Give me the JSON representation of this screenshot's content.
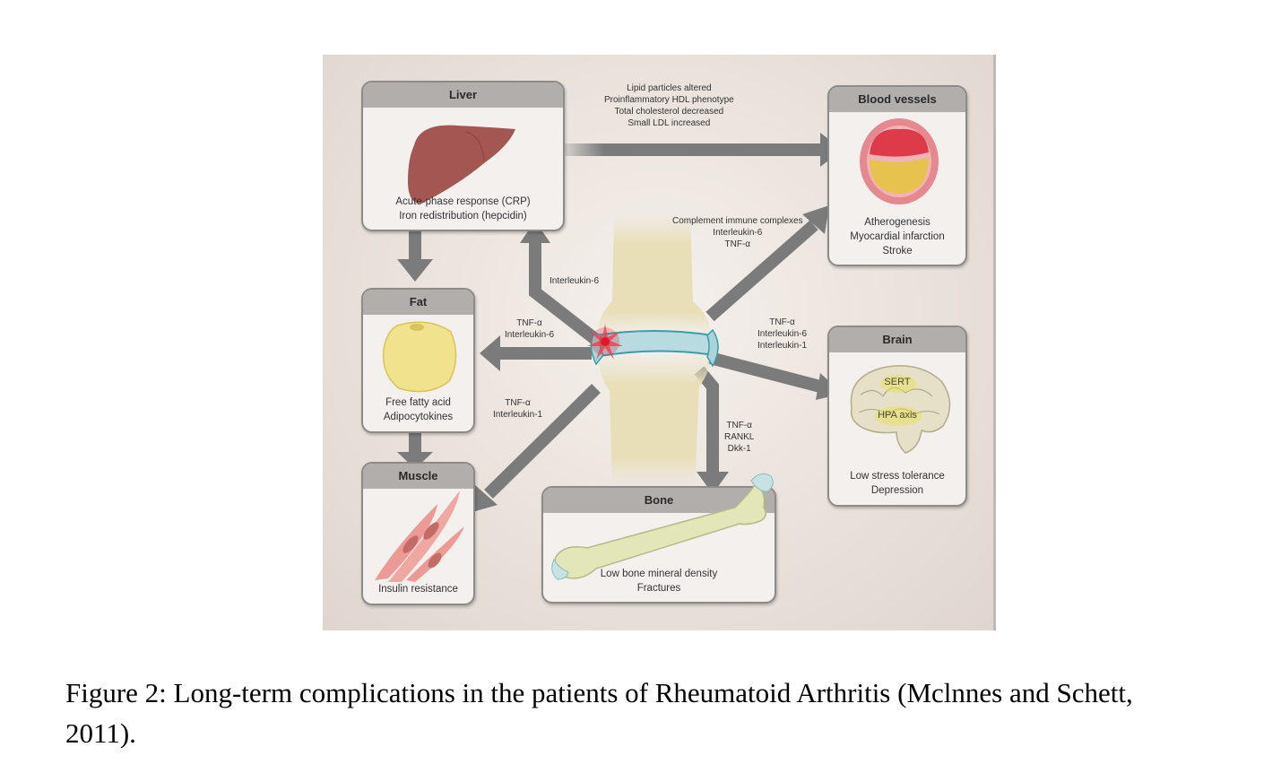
{
  "figure": {
    "boxes": {
      "liver": {
        "title": "Liver",
        "lines": [
          "Acute-phase response (CRP)",
          "Iron redistribution (hepcidin)"
        ]
      },
      "blood_vessels": {
        "title": "Blood vessels",
        "lines": [
          "Atherogenesis",
          "Myocardial infarction",
          "Stroke"
        ]
      },
      "fat": {
        "title": "Fat",
        "lines": [
          "Free fatty acid",
          "Adipocytokines"
        ]
      },
      "brain": {
        "title": "Brain",
        "lines": [
          "Low stress tolerance",
          "Depression"
        ],
        "regions": [
          "SERT",
          "HPA axis"
        ]
      },
      "muscle": {
        "title": "Muscle",
        "lines": [
          "Insulin resistance"
        ]
      },
      "bone": {
        "title": "Bone",
        "lines": [
          "Low bone mineral density",
          "Fractures"
        ]
      }
    },
    "arrow_labels": {
      "liver_to_vessels": [
        "Lipid particles altered",
        "Proinflammatory HDL phenotype",
        "Total cholesterol decreased",
        "Small LDL increased"
      ],
      "joint_to_vessels": [
        "Complement immune complexes",
        "Interleukin-6",
        "TNF-α"
      ],
      "joint_to_liver": [
        "Interleukin-6"
      ],
      "joint_to_fat": [
        "TNF-α",
        "Interleukin-6"
      ],
      "joint_to_muscle": [
        "TNF-α",
        "Interleukin-1"
      ],
      "joint_to_brain": [
        "TNF-α",
        "Interleukin-6",
        "Interleukin-1"
      ],
      "joint_to_bone": [
        "TNF-α",
        "RANKL",
        "Dkk-1"
      ]
    },
    "colors": {
      "arrow": "#7b7b7b",
      "box_header": "#b1aeac",
      "inflammation": "#e0182d"
    }
  },
  "caption": {
    "line1": "Figure 2: Long-term complications in the patients of Rheumatoid Arthritis (Mclnnes and Schett,",
    "line2": "2011)."
  }
}
